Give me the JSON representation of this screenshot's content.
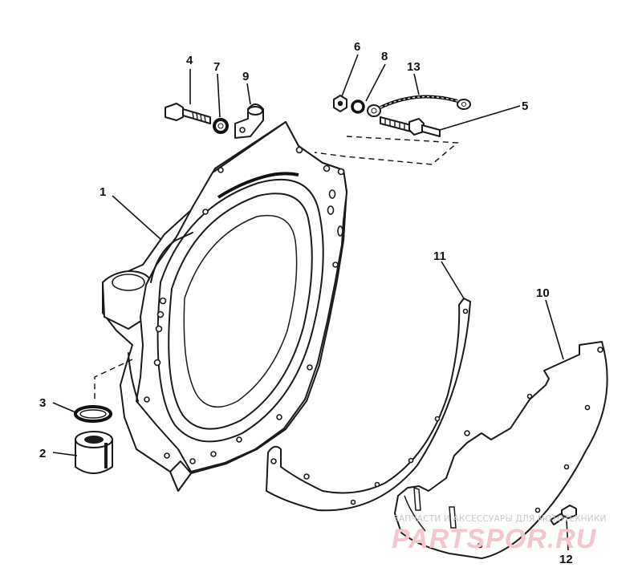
{
  "callouts": [
    {
      "id": "1",
      "label": "1"
    },
    {
      "id": "2",
      "label": "2"
    },
    {
      "id": "3",
      "label": "3"
    },
    {
      "id": "4",
      "label": "4"
    },
    {
      "id": "5",
      "label": "5"
    },
    {
      "id": "6",
      "label": "6"
    },
    {
      "id": "7",
      "label": "7"
    },
    {
      "id": "8",
      "label": "8"
    },
    {
      "id": "9",
      "label": "9"
    },
    {
      "id": "10",
      "label": "10"
    },
    {
      "id": "11",
      "label": "11"
    },
    {
      "id": "12",
      "label": "12"
    },
    {
      "id": "13",
      "label": "13"
    }
  ],
  "watermark": {
    "tagline": "ЗАПЧАСТИ И АКСЕССУАРЫ ДЛЯ МОТОТЕХНИКИ",
    "logo": "PARTSPOR.RU",
    "color": "#f3c5cc"
  },
  "colors": {
    "line": "#1a1a1a",
    "background": "#ffffff"
  }
}
